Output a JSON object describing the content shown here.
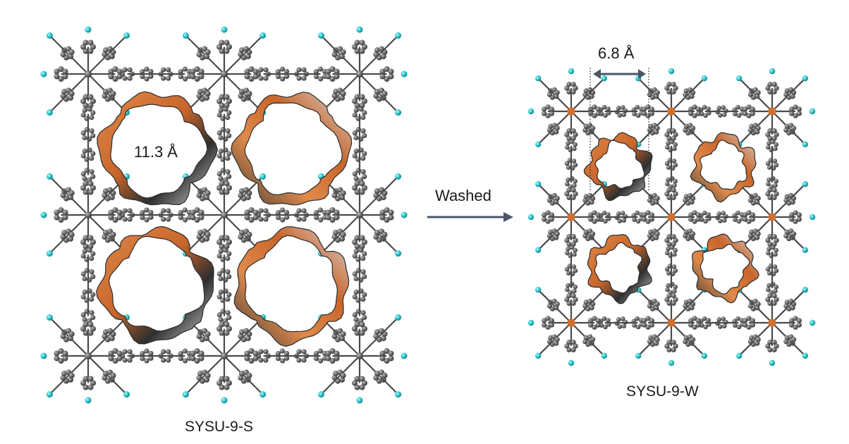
{
  "structures": {
    "swollen": {
      "label": "SYSU-9-S",
      "pore_diameter": "11.3 Å"
    },
    "washed": {
      "label": "SYSU-9-W",
      "pore_diameter": "6.8 Å"
    }
  },
  "transition": {
    "label": "Washed"
  },
  "colors": {
    "atom": "#6b6b6b",
    "bond": "#4a4a4a",
    "terminal_atom": "#2cc8cf",
    "pore_surface": "#c8652b",
    "pore_shadow": "#3a3a3a",
    "metal_center": "#d0702f",
    "arrow": "#4a5568"
  }
}
